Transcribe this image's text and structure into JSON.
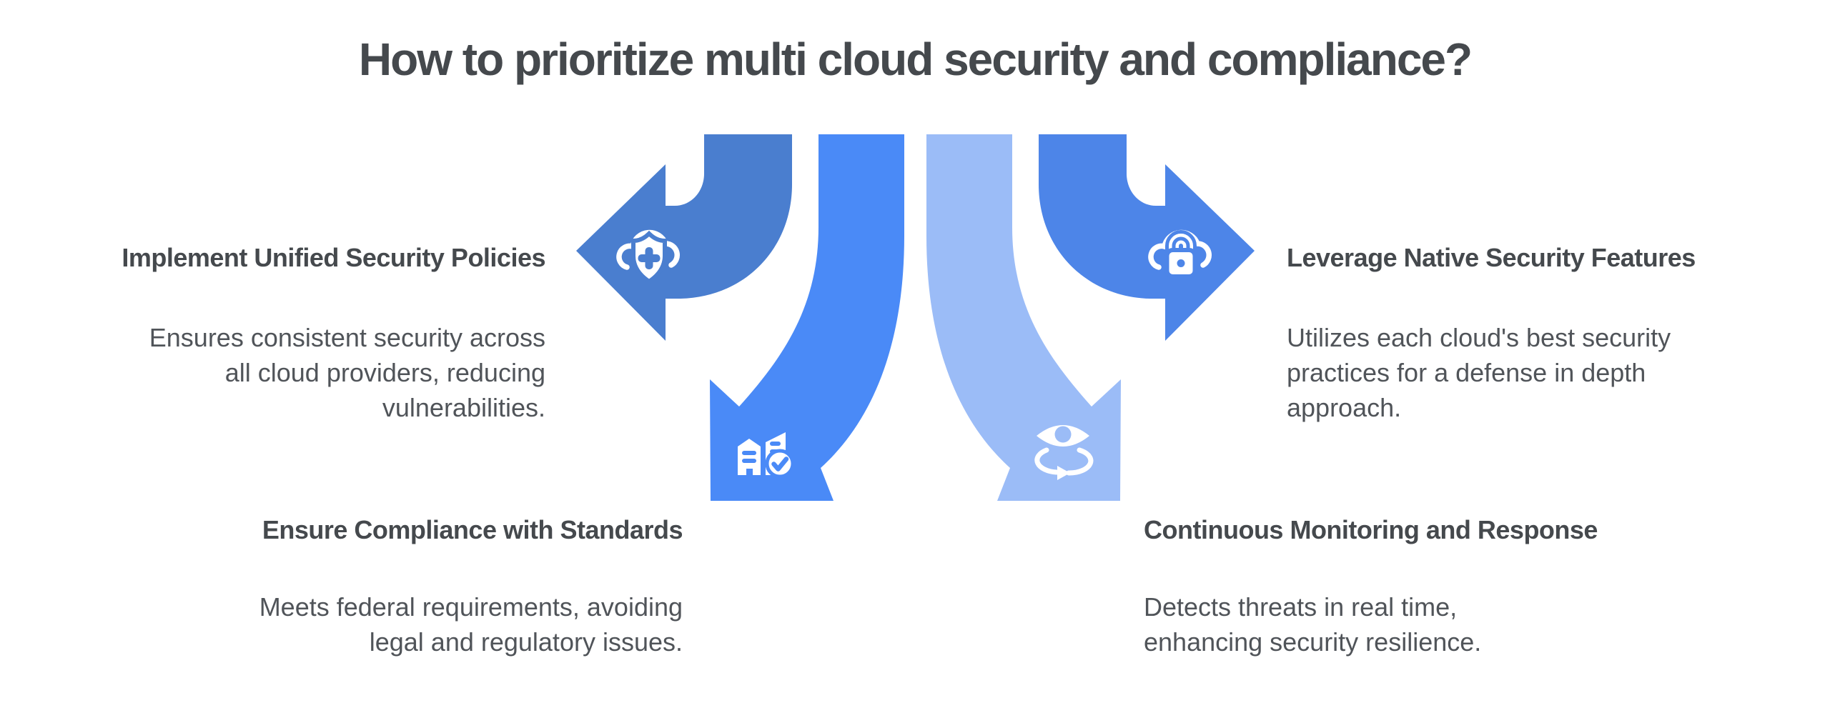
{
  "title": "How to prioritize multi cloud security and compliance?",
  "palette": {
    "background": "#ffffff",
    "title_text": "#45494d",
    "heading_text": "#45494d",
    "body_text": "#505459"
  },
  "items": [
    {
      "id": "unified-policies",
      "heading": "Implement Unified Security Policies",
      "body": "Ensures consistent security across\nall cloud providers, reducing\nvulnerabilities.",
      "icon": "cloud-shield-plus-icon",
      "color": "#4a7ecf",
      "arrow_direction": "left"
    },
    {
      "id": "native-features",
      "heading": "Leverage Native Security Features",
      "body": "Utilizes each cloud's best security\npractices for a defense in depth\napproach.",
      "icon": "cloud-lock-icon",
      "color": "#4d85e8",
      "arrow_direction": "right"
    },
    {
      "id": "compliance-standards",
      "heading": "Ensure Compliance with Standards",
      "body": "Meets federal requirements, avoiding\nlegal and regulatory issues.",
      "icon": "buildings-check-icon",
      "color": "#4a8af7",
      "arrow_direction": "down-left"
    },
    {
      "id": "monitoring-response",
      "heading": "Continuous Monitoring and Response",
      "body": "Detects threats in real time,\nenhancing security resilience.",
      "icon": "eye-rotation-icon",
      "color": "#9bbcf7",
      "arrow_direction": "down-right"
    }
  ]
}
